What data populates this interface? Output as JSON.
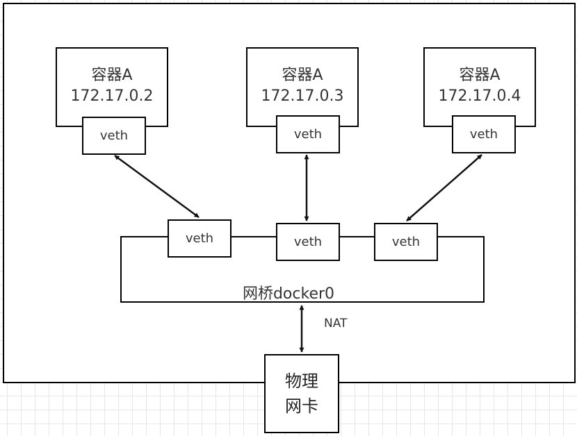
{
  "containers": [
    {
      "name": "容器A",
      "ip": "172.17.0.2",
      "veth": "veth"
    },
    {
      "name": "容器A",
      "ip": "172.17.0.3",
      "veth": "veth"
    },
    {
      "name": "容器A",
      "ip": "172.17.0.4",
      "veth": "veth"
    }
  ],
  "bridge": {
    "label": "网桥docker0",
    "veths": [
      "veth",
      "veth",
      "veth"
    ]
  },
  "nat_label": "NAT",
  "physical_nic": {
    "line1": "物理",
    "line2": "网卡"
  }
}
